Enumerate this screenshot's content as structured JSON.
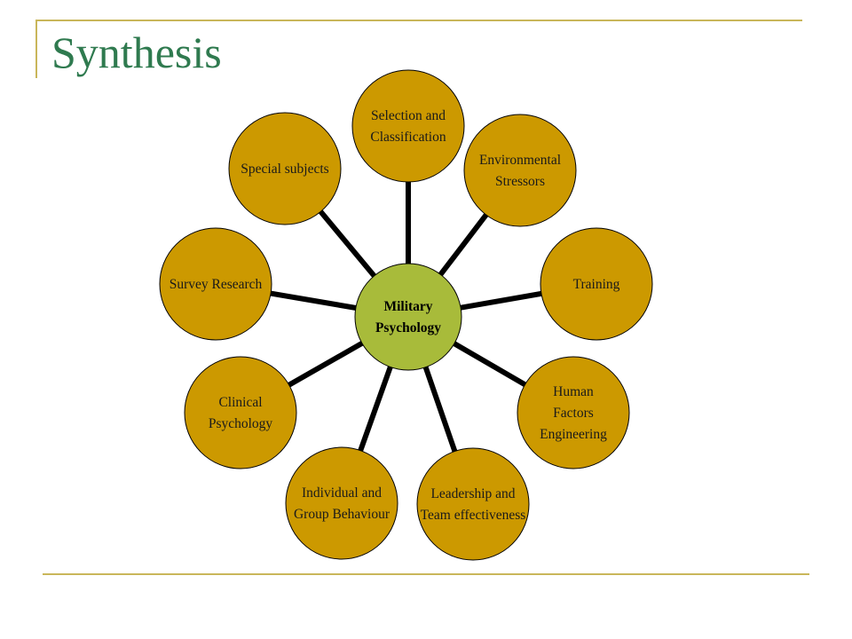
{
  "slide": {
    "title": "Synthesis"
  },
  "diagram": {
    "hub": {
      "name": "military-psychology",
      "lines": [
        "Military",
        "Psychology"
      ]
    },
    "nodes": [
      {
        "name": "selection-and-classification",
        "lines": [
          "Selection and",
          "Classification"
        ]
      },
      {
        "name": "environmental-stressors",
        "lines": [
          "Environmental",
          "Stressors"
        ]
      },
      {
        "name": "training",
        "lines": [
          "Training"
        ]
      },
      {
        "name": "human-factors-engineering",
        "lines": [
          "Human",
          "Factors",
          "Engineering"
        ]
      },
      {
        "name": "leadership-and-team-effectiveness",
        "lines": [
          "Leadership and",
          "Team effectiveness"
        ]
      },
      {
        "name": "individual-and-group-behaviour",
        "lines": [
          "Individual and",
          "Group Behaviour"
        ]
      },
      {
        "name": "clinical-psychology",
        "lines": [
          "Clinical",
          "Psychology"
        ]
      },
      {
        "name": "survey-research",
        "lines": [
          "Survey Research"
        ]
      },
      {
        "name": "special-subjects",
        "lines": [
          "Special subjects"
        ]
      }
    ]
  },
  "colors": {
    "title": "#2f7a4f",
    "frame": "#c9b65a",
    "outer_node_fill": "#cc9900",
    "hub_fill": "#a8bb3a",
    "spoke": "#000000"
  }
}
